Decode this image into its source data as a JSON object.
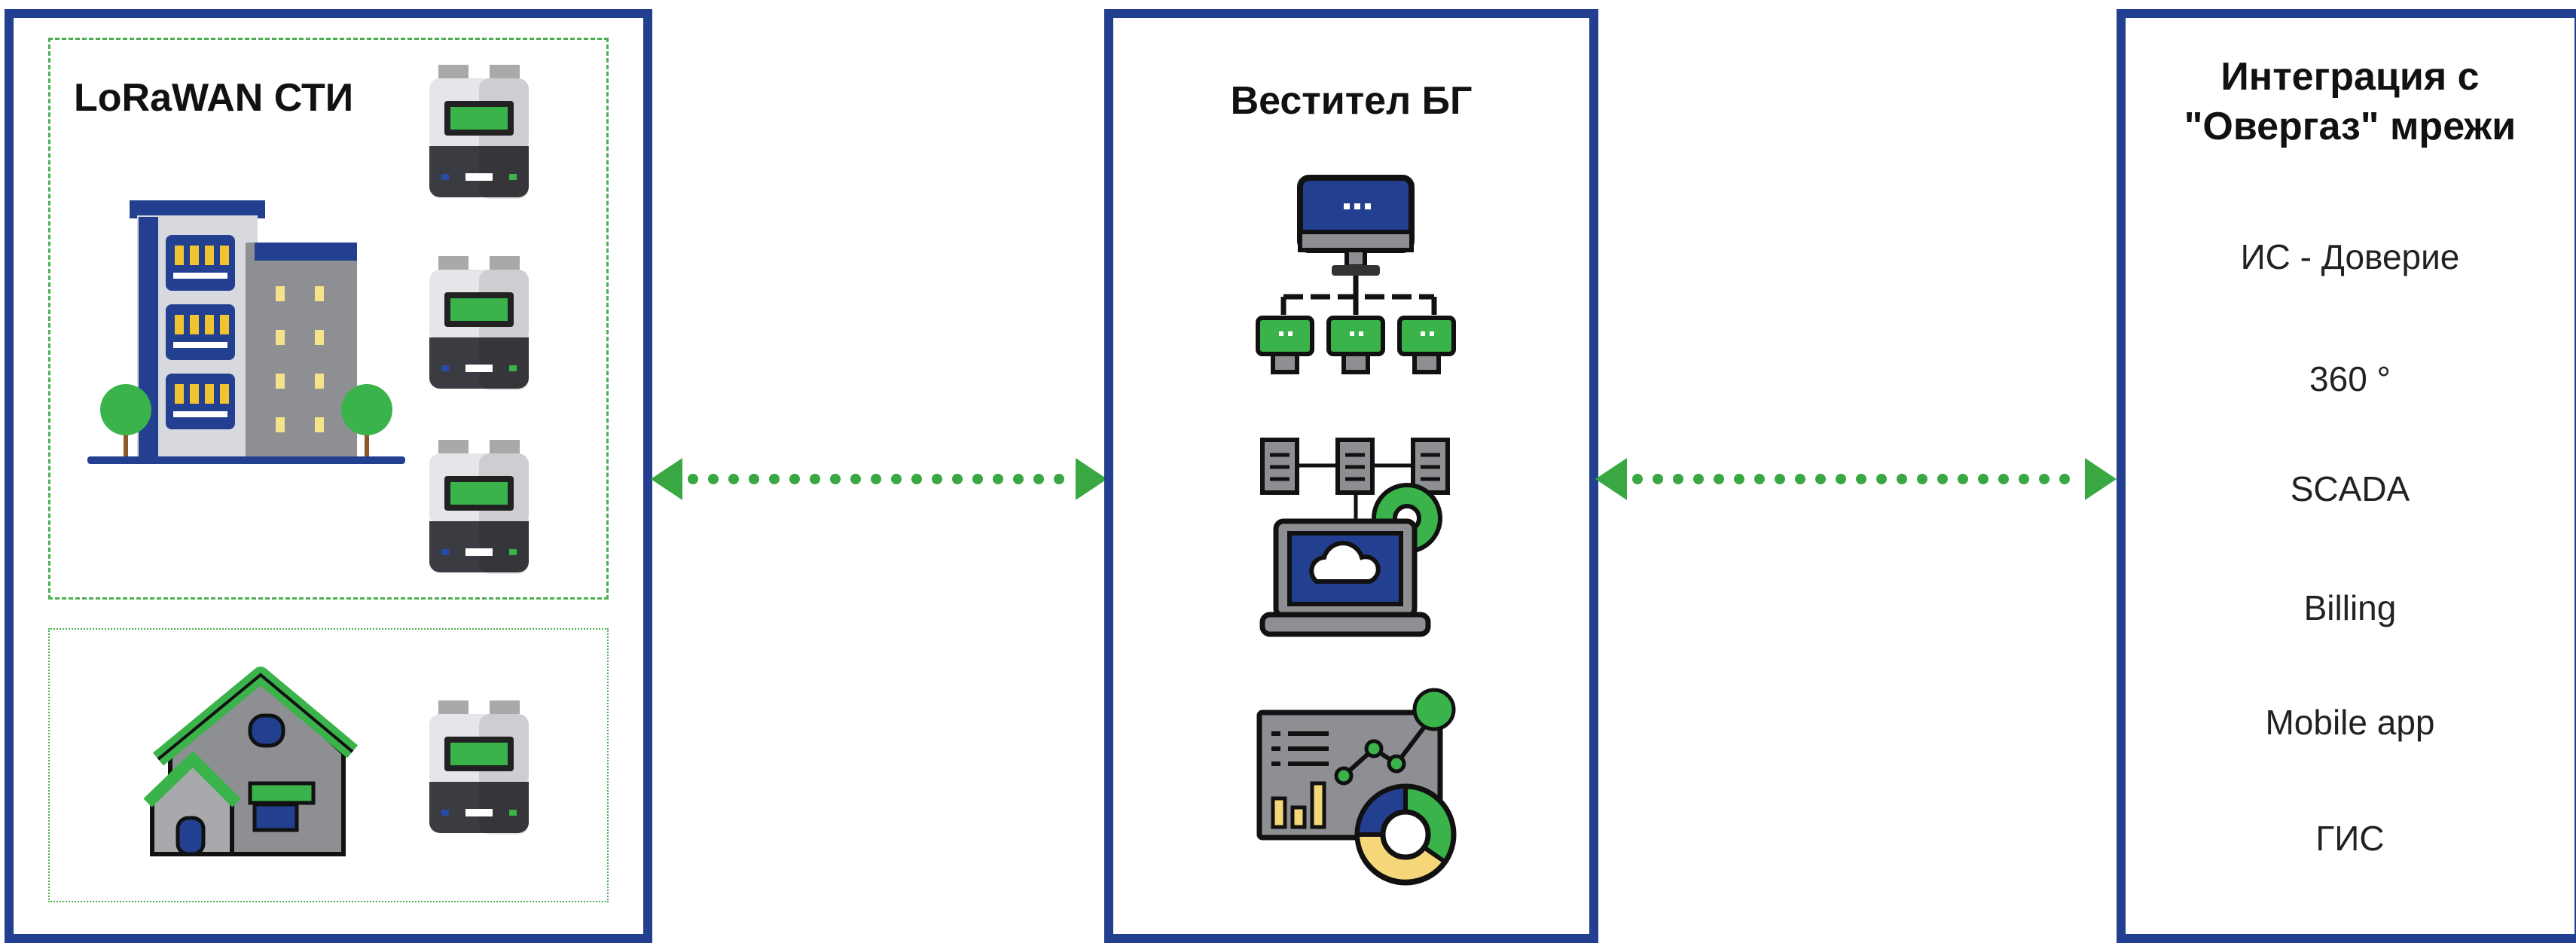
{
  "left_panel": {
    "title": "LoRaWAN СТИ"
  },
  "middle_panel": {
    "title": "Вестител БГ",
    "icons": [
      "network-computers-icon",
      "cloud-laptop-icon",
      "analytics-dashboard-icon"
    ]
  },
  "right_panel": {
    "title_line1": "Интеграция с",
    "title_line2": "\"Овергаз\" мрежи",
    "items": [
      "ИС - Доверие",
      "360 °",
      "SCADA",
      "Billing",
      "Mobile app",
      "ГИС"
    ]
  },
  "colors": {
    "panel_border": "#233f8f",
    "green": "#3aa842",
    "dashed_green": "#4caf50"
  },
  "icons": {
    "meter": "gas-meter-icon",
    "building": "apartment-building-icon",
    "house": "house-icon",
    "arrow": "double-headed-arrow-icon"
  }
}
